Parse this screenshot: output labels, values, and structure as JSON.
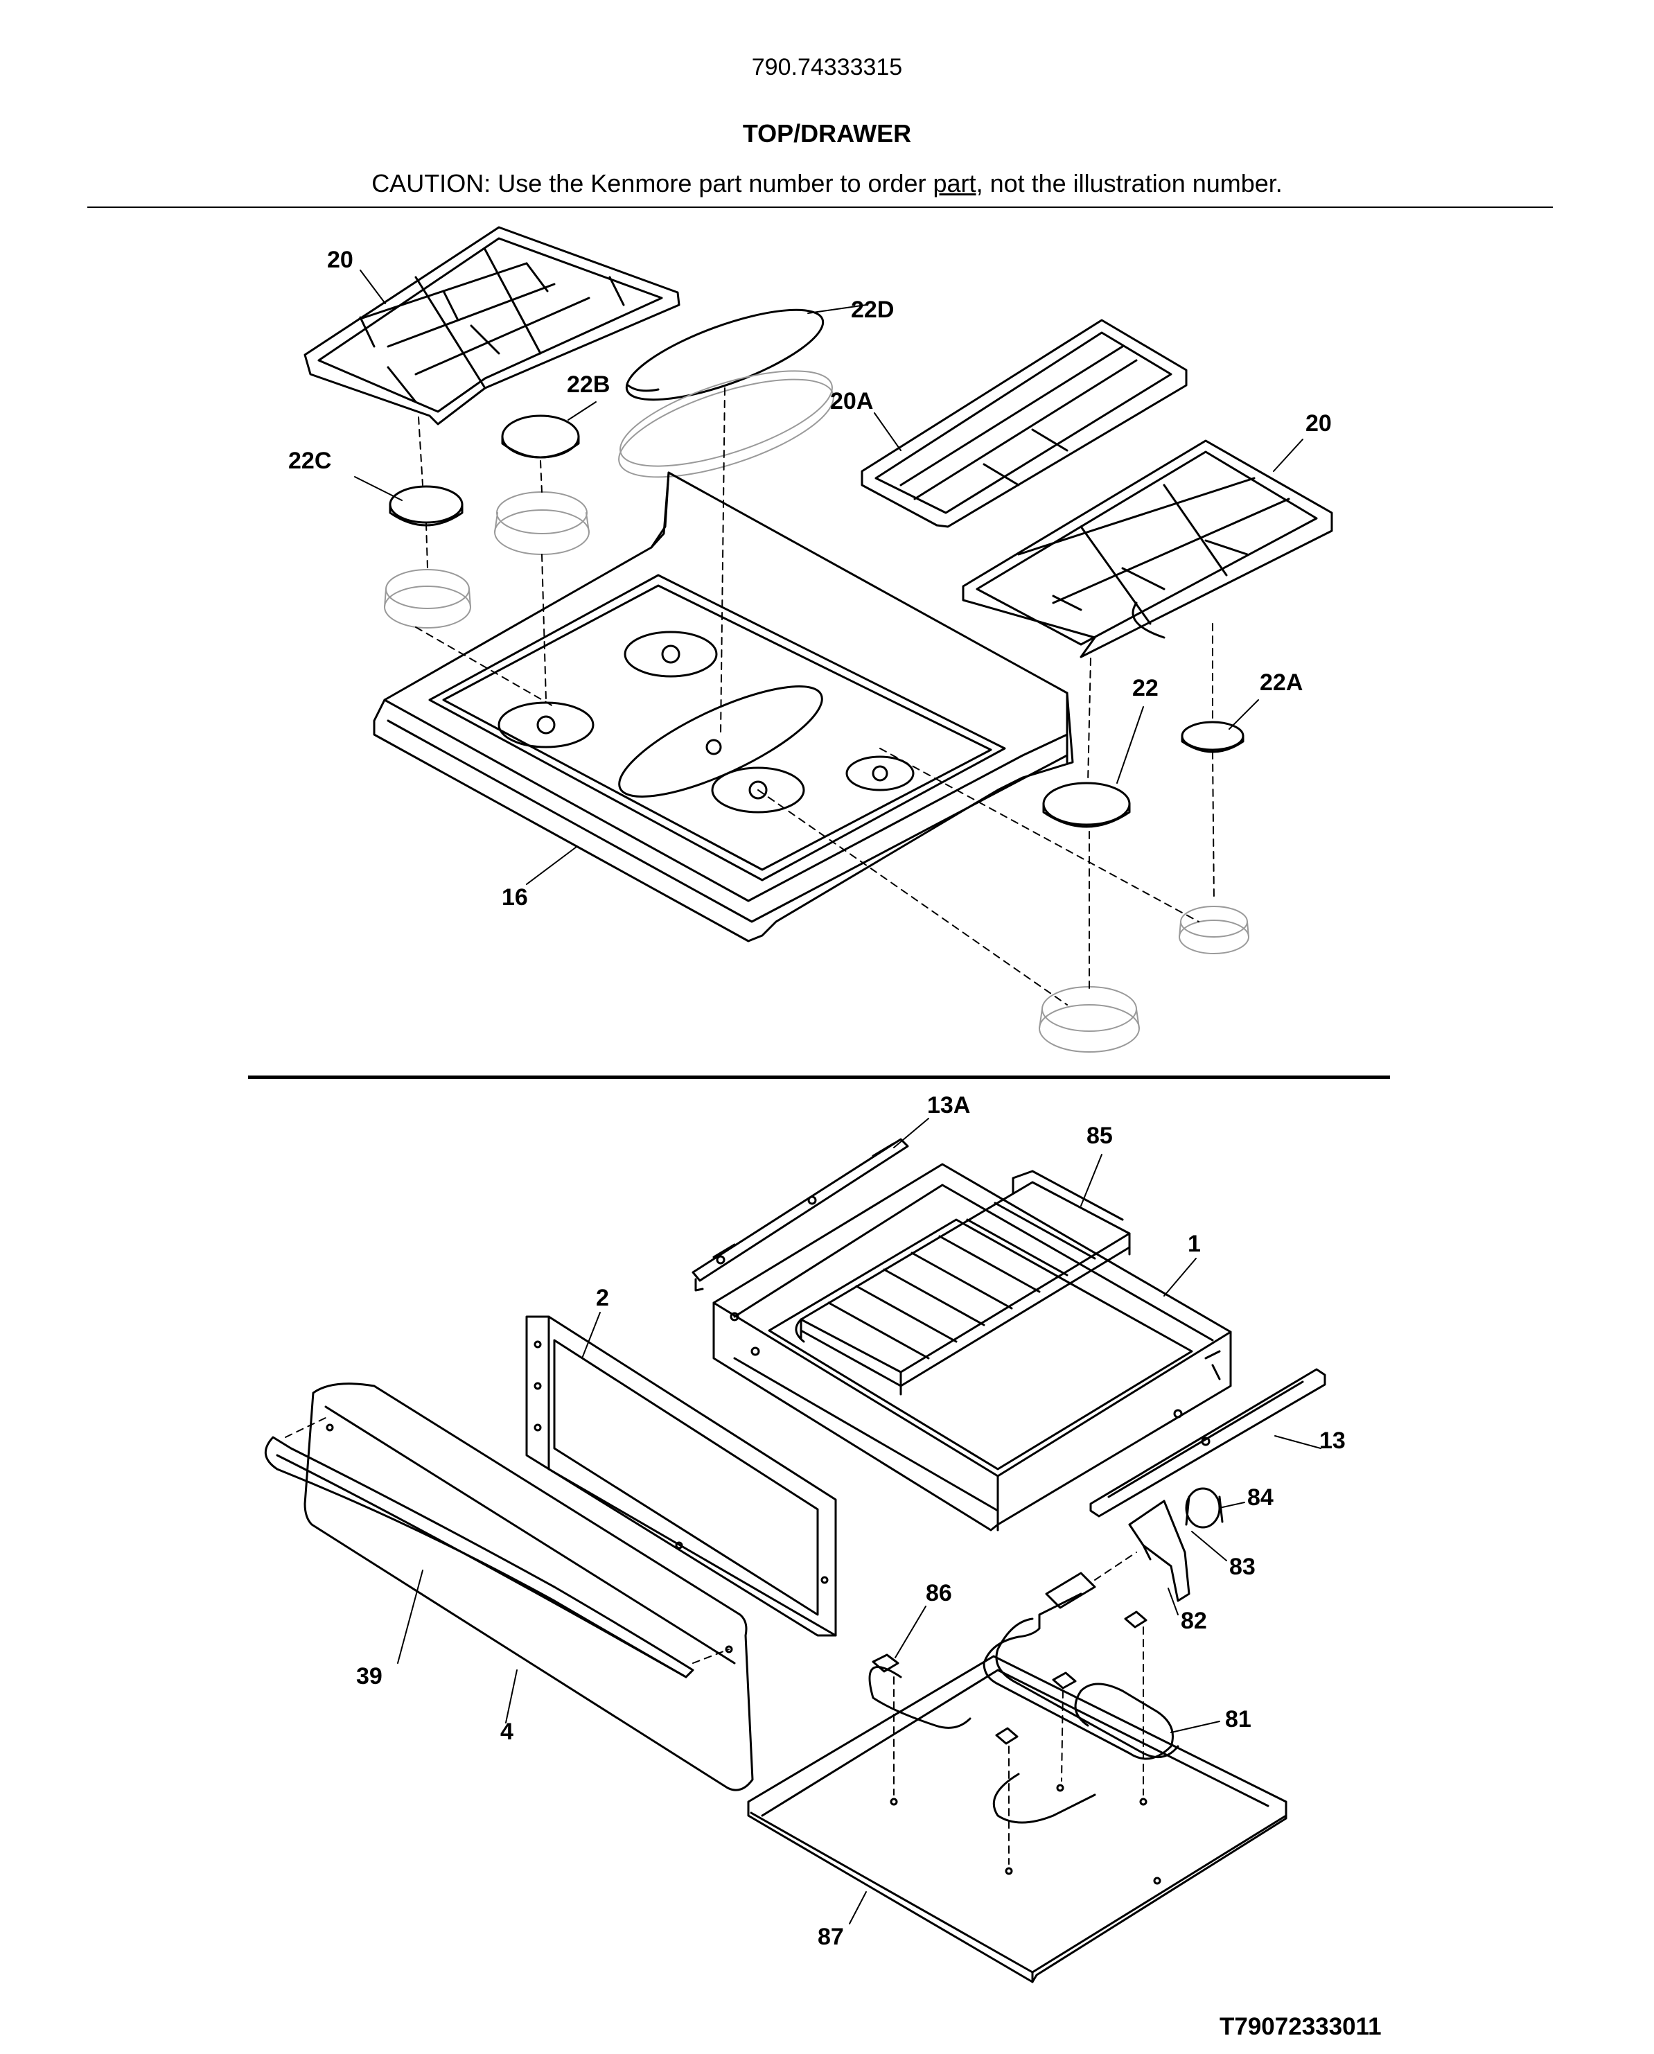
{
  "header": {
    "model_number": "790.74333315",
    "section_title": "TOP/DRAWER",
    "caution_prefix": "CAUTION: Use the Kenmore part number to order ",
    "caution_link": "part",
    "caution_suffix": ", not the illustration number."
  },
  "callouts": {
    "c20_left": "20",
    "c22D": "22D",
    "c22B": "22B",
    "c20A": "20A",
    "c20_right": "20",
    "c22C": "22C",
    "c22": "22",
    "c22A": "22A",
    "c16": "16",
    "c13A": "13A",
    "c85": "85",
    "c1": "1",
    "c2": "2",
    "c13": "13",
    "c84": "84",
    "c83": "83",
    "c82": "82",
    "c86": "86",
    "c39": "39",
    "c4": "4",
    "c81": "81",
    "c87": "87"
  },
  "footer": {
    "document_code": "T79072333011"
  },
  "colors": {
    "line": "#000000",
    "ghost_part": "#9a9a9a",
    "background": "#ffffff"
  }
}
